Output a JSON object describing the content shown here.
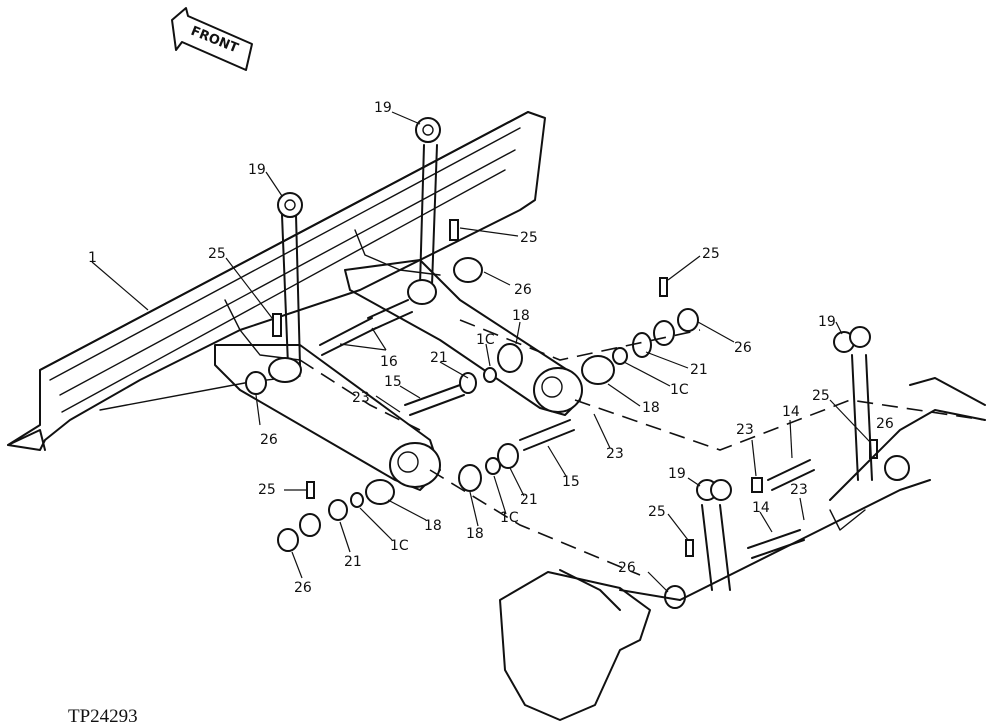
{
  "front_label": "FRONT",
  "figure_code": "TP24293",
  "callouts": [
    "1",
    "19",
    "19",
    "19",
    "19",
    "25",
    "25",
    "25",
    "25",
    "25",
    "25",
    "26",
    "26",
    "26",
    "26",
    "26",
    "16",
    "18",
    "18",
    "18",
    "18",
    "21",
    "21",
    "21",
    "21",
    "15",
    "15",
    "1C",
    "1C",
    "1C",
    "1C",
    "23",
    "23",
    "23",
    "23",
    "14",
    "14"
  ]
}
